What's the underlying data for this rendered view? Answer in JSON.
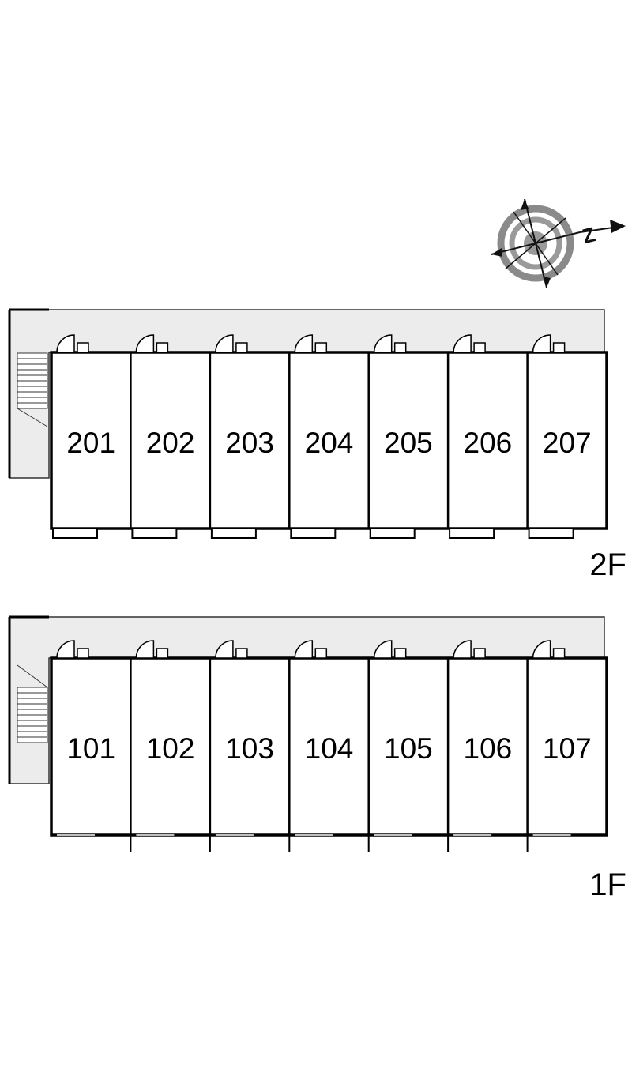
{
  "compass": {
    "label": "Z"
  },
  "floors": [
    {
      "label": "2F",
      "units": [
        "201",
        "202",
        "203",
        "204",
        "205",
        "206",
        "207"
      ]
    },
    {
      "label": "1F",
      "units": [
        "101",
        "102",
        "103",
        "104",
        "105",
        "106",
        "107"
      ]
    }
  ]
}
